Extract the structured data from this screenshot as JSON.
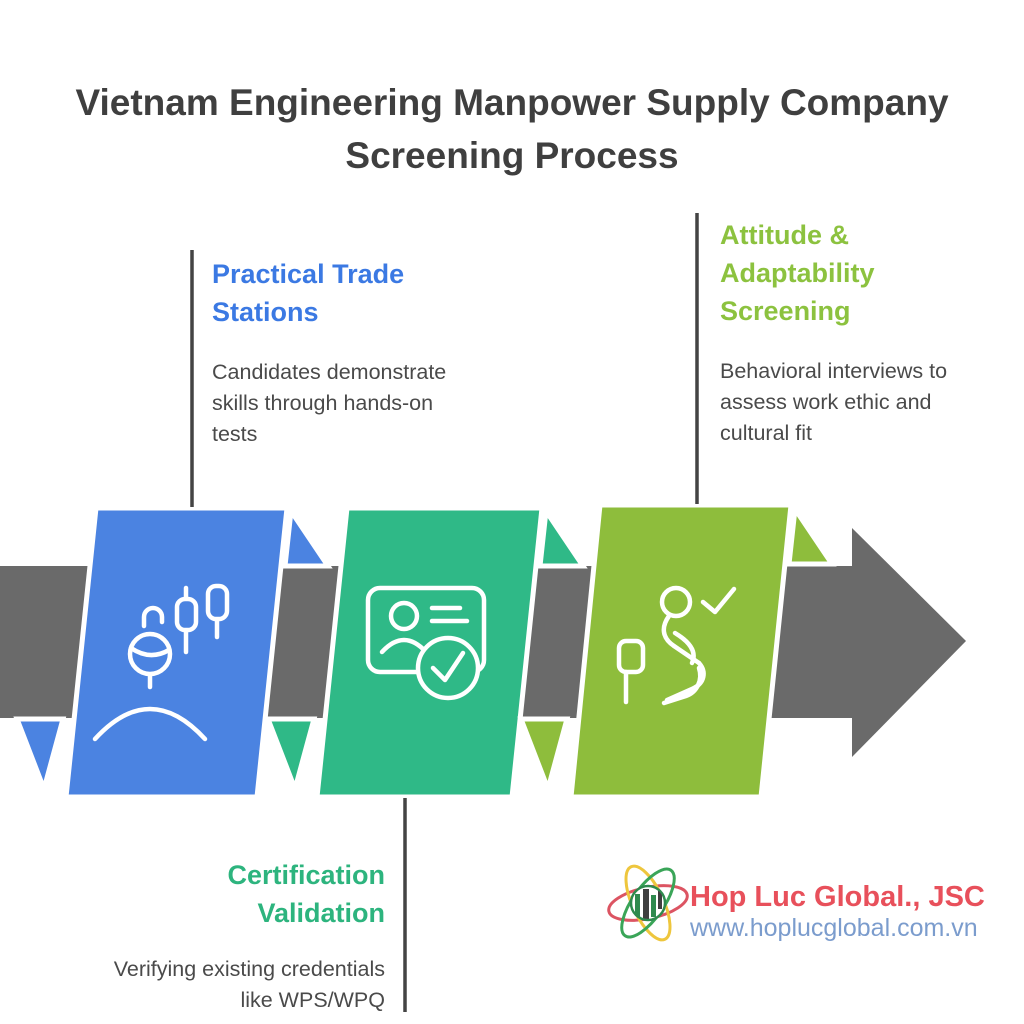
{
  "title": {
    "company_line": "Vietnam Engineering Manpower Supply Company",
    "process_line": "Screening Process"
  },
  "steps": [
    {
      "order": 1,
      "title": "Practical Trade Stations",
      "description": "Candidates demonstrate skills through hands-on tests",
      "ribbon_color": "#4b83e1",
      "title_color": "#3b79e3",
      "icon": "worker-skill-gauges-icon",
      "label_position": "top-left"
    },
    {
      "order": 2,
      "title": "Certification Validation",
      "description": "Verifying existing credentials like WPS/WPQ",
      "ribbon_color": "#2fb987",
      "title_color": "#2db47e",
      "icon": "id-card-verified-icon",
      "label_position": "bottom-center"
    },
    {
      "order": 3,
      "title": "Attitude & Adaptability Screening",
      "description": "Behavioral interviews to assess work ethic and cultural fit",
      "ribbon_color": "#8ebd3c",
      "title_color": "#8cc23f",
      "icon": "interview-seated-person-check-icon",
      "label_position": "top-right"
    }
  ],
  "arrow": {
    "color": "#6a6a6a",
    "direction": "right"
  },
  "connector_color": "#444444",
  "icon_stroke_color": "#ffffff",
  "footer": {
    "company": "Hop Luc Global., JSC",
    "website": "www.hoplucglobal.com.vn",
    "company_color": "#e8505b",
    "website_color": "#7b9ccd",
    "logo": {
      "name": "hop-luc-global-atom-logo",
      "orbit_colors": {
        "red": "#dc5462",
        "green": "#3aa558",
        "yellow": "#eec63d"
      },
      "center_color": "#2e8a4e"
    }
  }
}
